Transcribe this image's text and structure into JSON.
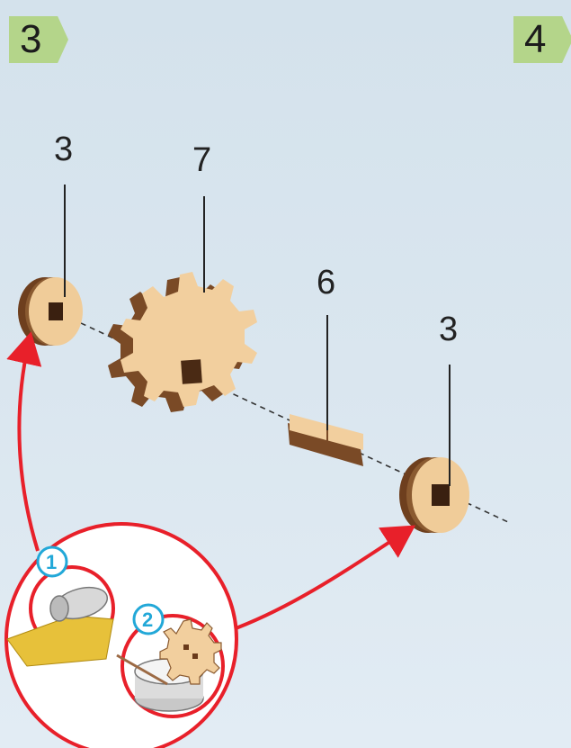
{
  "steps": {
    "current": "3",
    "next": "4"
  },
  "part_labels": [
    "3",
    "7",
    "6",
    "3"
  ],
  "sub_steps": [
    "1",
    "2"
  ],
  "colors": {
    "arrow": "#e8202a",
    "wood_face": "#f2cf9e",
    "wood_edge": "#7a4a26",
    "badge": "#b4d58a",
    "substep": "#22a8d8"
  }
}
